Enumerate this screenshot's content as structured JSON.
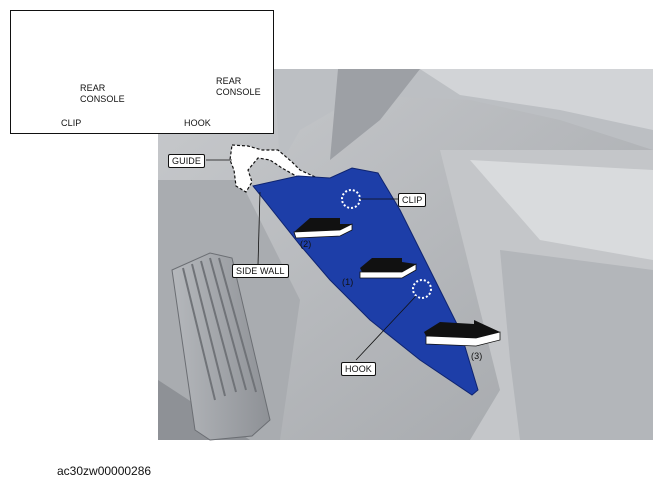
{
  "labels": {
    "guide": "GUIDE",
    "clip": "CLIP",
    "side_wall": "SIDE WALL",
    "hook": "HOOK",
    "step1": "(1)",
    "step2": "(2)",
    "step3": "(3)"
  },
  "inset": {
    "clip_title": "CLIP",
    "hook_title": "HOOK",
    "clip_note_line1": "REAR",
    "clip_note_line2": "CONSOLE",
    "hook_note_line1": "REAR",
    "hook_note_line2": "CONSOLE"
  },
  "caption": "ac30zw00000286",
  "colors": {
    "panel_blue": "#1d3ea8",
    "interior_gray": "#b9bcc1",
    "dark_gray": "#8c9095",
    "light_gray": "#d6d8db"
  }
}
